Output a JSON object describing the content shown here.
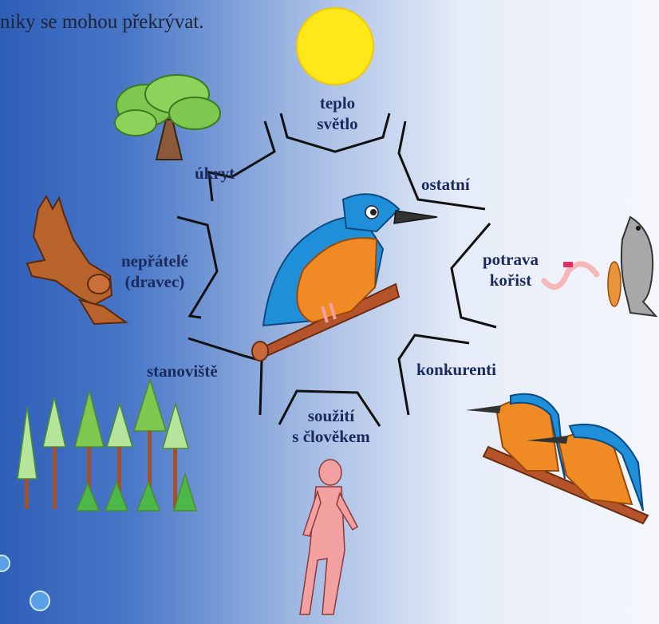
{
  "caption": "niky se mohou překrývat.",
  "center": "kingfisher",
  "factors": {
    "heat_light": [
      "teplo",
      "světlo"
    ],
    "other": "ostatní",
    "food": [
      "potrava",
      "kořist"
    ],
    "competitors": "konkurenti",
    "coexistence": [
      "soužití",
      "s člověkem"
    ],
    "habitat": "stanoviště",
    "enemies": [
      "nepřátelé",
      "(dravec)"
    ],
    "shelter": "úkryt"
  },
  "colors": {
    "sun": "#ffe81a",
    "tree_green": "#7ec850",
    "kingfisher_blue": "#1e8fd8",
    "kingfisher_orange": "#f08a24",
    "branch": "#b5532a",
    "hawk": "#b8622c",
    "human": "#f2a0a0",
    "fish": "#a8a8a8",
    "label": "#1a2a5c"
  }
}
